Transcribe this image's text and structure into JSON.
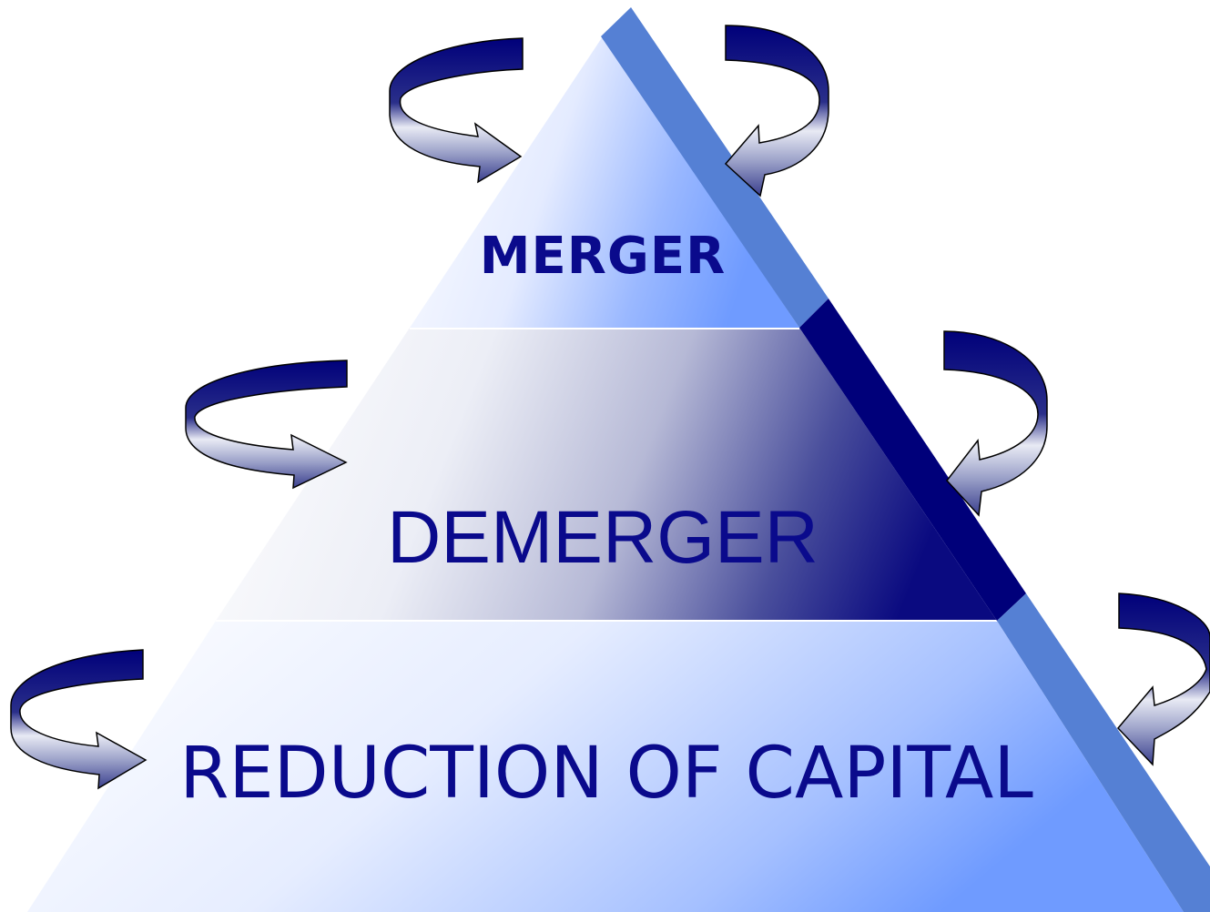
{
  "diagram": {
    "type": "pyramid",
    "tiers": [
      {
        "label": "MERGER"
      },
      {
        "label": "DEMERGER"
      },
      {
        "label": "REDUCTION OF CAPITAL"
      }
    ],
    "colors": {
      "text": "#0a0a8c",
      "light_blue": "#6f9bff",
      "dark_navy": "#0a0a80",
      "edge_bar_light": "#5580d4",
      "edge_bar_dark": "#00007a",
      "arrow_outline": "#000000"
    },
    "arrow_count": 6
  }
}
